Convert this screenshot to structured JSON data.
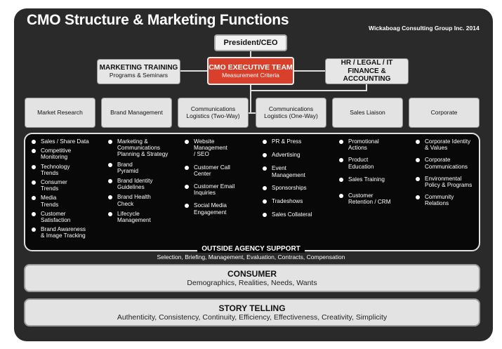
{
  "header": {
    "title": "CMO Structure & Marketing Functions",
    "credit": "Wickaboag Consulting Group Inc. 2014"
  },
  "org": {
    "ceo": "President/CEO",
    "training": {
      "title": "MARKETING TRAINING",
      "subtitle": "Programs & Seminars"
    },
    "cmo": {
      "title": "CMO EXECUTIVE TEAM",
      "subtitle": "Measurement Criteria"
    },
    "support": {
      "line1": "HR / LEGAL / IT",
      "line2": "FINANCE & ACCOUNTING"
    }
  },
  "departments": [
    {
      "line1": "Market Research",
      "line2": ""
    },
    {
      "line1": "Brand Management",
      "line2": ""
    },
    {
      "line1": "Communications",
      "line2": "Logistics (Two-Way)"
    },
    {
      "line1": "Communications",
      "line2": "Logistics (One-Way)"
    },
    {
      "line1": "Sales Liaison",
      "line2": ""
    },
    {
      "line1": "Corporate",
      "line2": ""
    }
  ],
  "functions": [
    [
      [
        "Sales / Share Data"
      ],
      [
        "Competitive",
        "Monitoring"
      ],
      [
        "Technology",
        "Trends"
      ],
      [
        "Consumer",
        "Trends"
      ],
      [
        "Media",
        "Trends"
      ],
      [
        "Customer",
        "Satisfaction"
      ],
      [
        "Brand Awareness",
        "& Image Tracking"
      ]
    ],
    [
      [
        "Marketing &",
        "Communications",
        "Planning & Strategy"
      ],
      [
        "Brand",
        "Pyramid"
      ],
      [
        "Brand Identity",
        "Guidelines"
      ],
      [
        "Brand Health",
        "Check"
      ],
      [
        "Lifecycle",
        "Management"
      ]
    ],
    [
      [
        "Website",
        "Management",
        "/ SEO"
      ],
      [
        "Customer Call",
        "Center"
      ],
      [
        "Customer Email",
        "Inquiries"
      ],
      [
        "Social Media",
        "Engagement"
      ]
    ],
    [
      [
        "PR & Press"
      ],
      [
        "Advertising"
      ],
      [
        "Event",
        "Management"
      ],
      [
        "Sponsorships"
      ],
      [
        "Tradeshows"
      ],
      [
        "Sales Collateral"
      ]
    ],
    [
      [
        "Promotional",
        "Actions"
      ],
      [
        "Product",
        "Education"
      ],
      [
        "Sales Training"
      ],
      [
        "Customer",
        "Retention / CRM"
      ]
    ],
    [
      [
        "Corporate Identity",
        "& Values"
      ],
      [
        "Corporate",
        "Communications"
      ],
      [
        "Environmental",
        "Policy & Programs"
      ],
      [
        "Community",
        "Relations"
      ]
    ]
  ],
  "agency": {
    "title": "OUTSIDE AGENCY SUPPORT",
    "subtitle": "Selection, Briefing, Management, Evaluation, Contracts, Compensation"
  },
  "consumer": {
    "title": "CONSUMER",
    "subtitle": "Demographics, Realities, Needs, Wants"
  },
  "story": {
    "title": "STORY TELLING",
    "subtitle": "Authenticity, Consistency, Continuity, Efficiency, Effectiveness, Creativity, Simplicity"
  },
  "colors": {
    "background": "#2a2a2a",
    "cmo_red": "#d9402b",
    "box_gray": "#e6e6e6",
    "panel_black": "#080808"
  }
}
